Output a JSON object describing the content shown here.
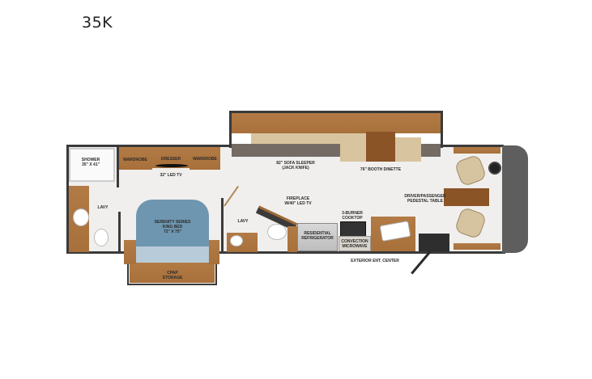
{
  "model": {
    "name": "35K"
  },
  "colors": {
    "wall": "#3a3a3a",
    "floor": "#f0efed",
    "wood": "#b07840",
    "bed": "#6f96b0",
    "sofa_grey": "#746c64",
    "cab": "#5e5e5e"
  },
  "rooms": {
    "shower": "SHOWER\n35\" X 41\"",
    "wardrobe_left": "WARDROBE",
    "dresser": "DRESSER",
    "wardrobe_right": "WARDROBE",
    "led_tv_32": "32\" LED TV",
    "lavy_left": "LAVY",
    "bed": "SERENITY SERIES\nKING BED\n72\" X 75\"",
    "cpap": "CPAP\nSTORAGE",
    "lavy_mid": "LAVY",
    "sofa": "82\" SOFA SLEEPER\n(JACK KNIFE)",
    "dinette": "76\" BOOTH DINETTE",
    "fireplace": "FIREPLACE\nW/40\" LED TV",
    "refrigerator": "RESIDENTIAL\nREFRIGERATOR",
    "cooktop": "3-BURNER\nCOOKTOP",
    "microwave": "CONVECTION\nMICROWAVE",
    "pedestal_table": "DRIVER/PASSENGER\nPEDESTAL TABLE",
    "ent_center": "EXTERIOR ENT. CENTER"
  }
}
